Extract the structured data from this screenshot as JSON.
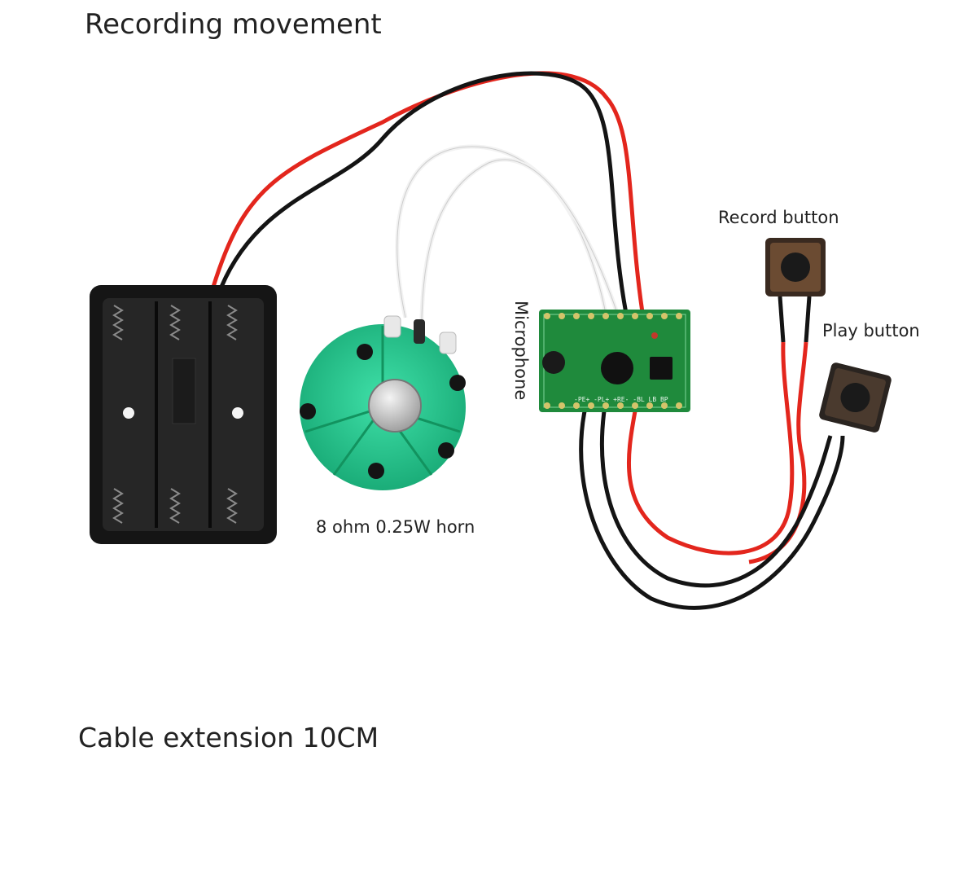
{
  "titles": {
    "top": "Recording movement",
    "bottom": "Cable extension 10CM"
  },
  "labels": {
    "record_button": "Record button",
    "play_button": "Play button",
    "microphone": "Microphone",
    "horn": "8 ohm 0.25W horn"
  },
  "pcb_text": "-PE+ -PL+ +RE- -BL LB BP",
  "colors": {
    "wire_red": "#e3261d",
    "wire_black": "#141414",
    "wire_white": "#f2f2f2",
    "pcb_green": "#1f8a3c",
    "speaker_green": "#22c08a",
    "battery_box": "#151515",
    "button_body": "#3a2a20"
  }
}
